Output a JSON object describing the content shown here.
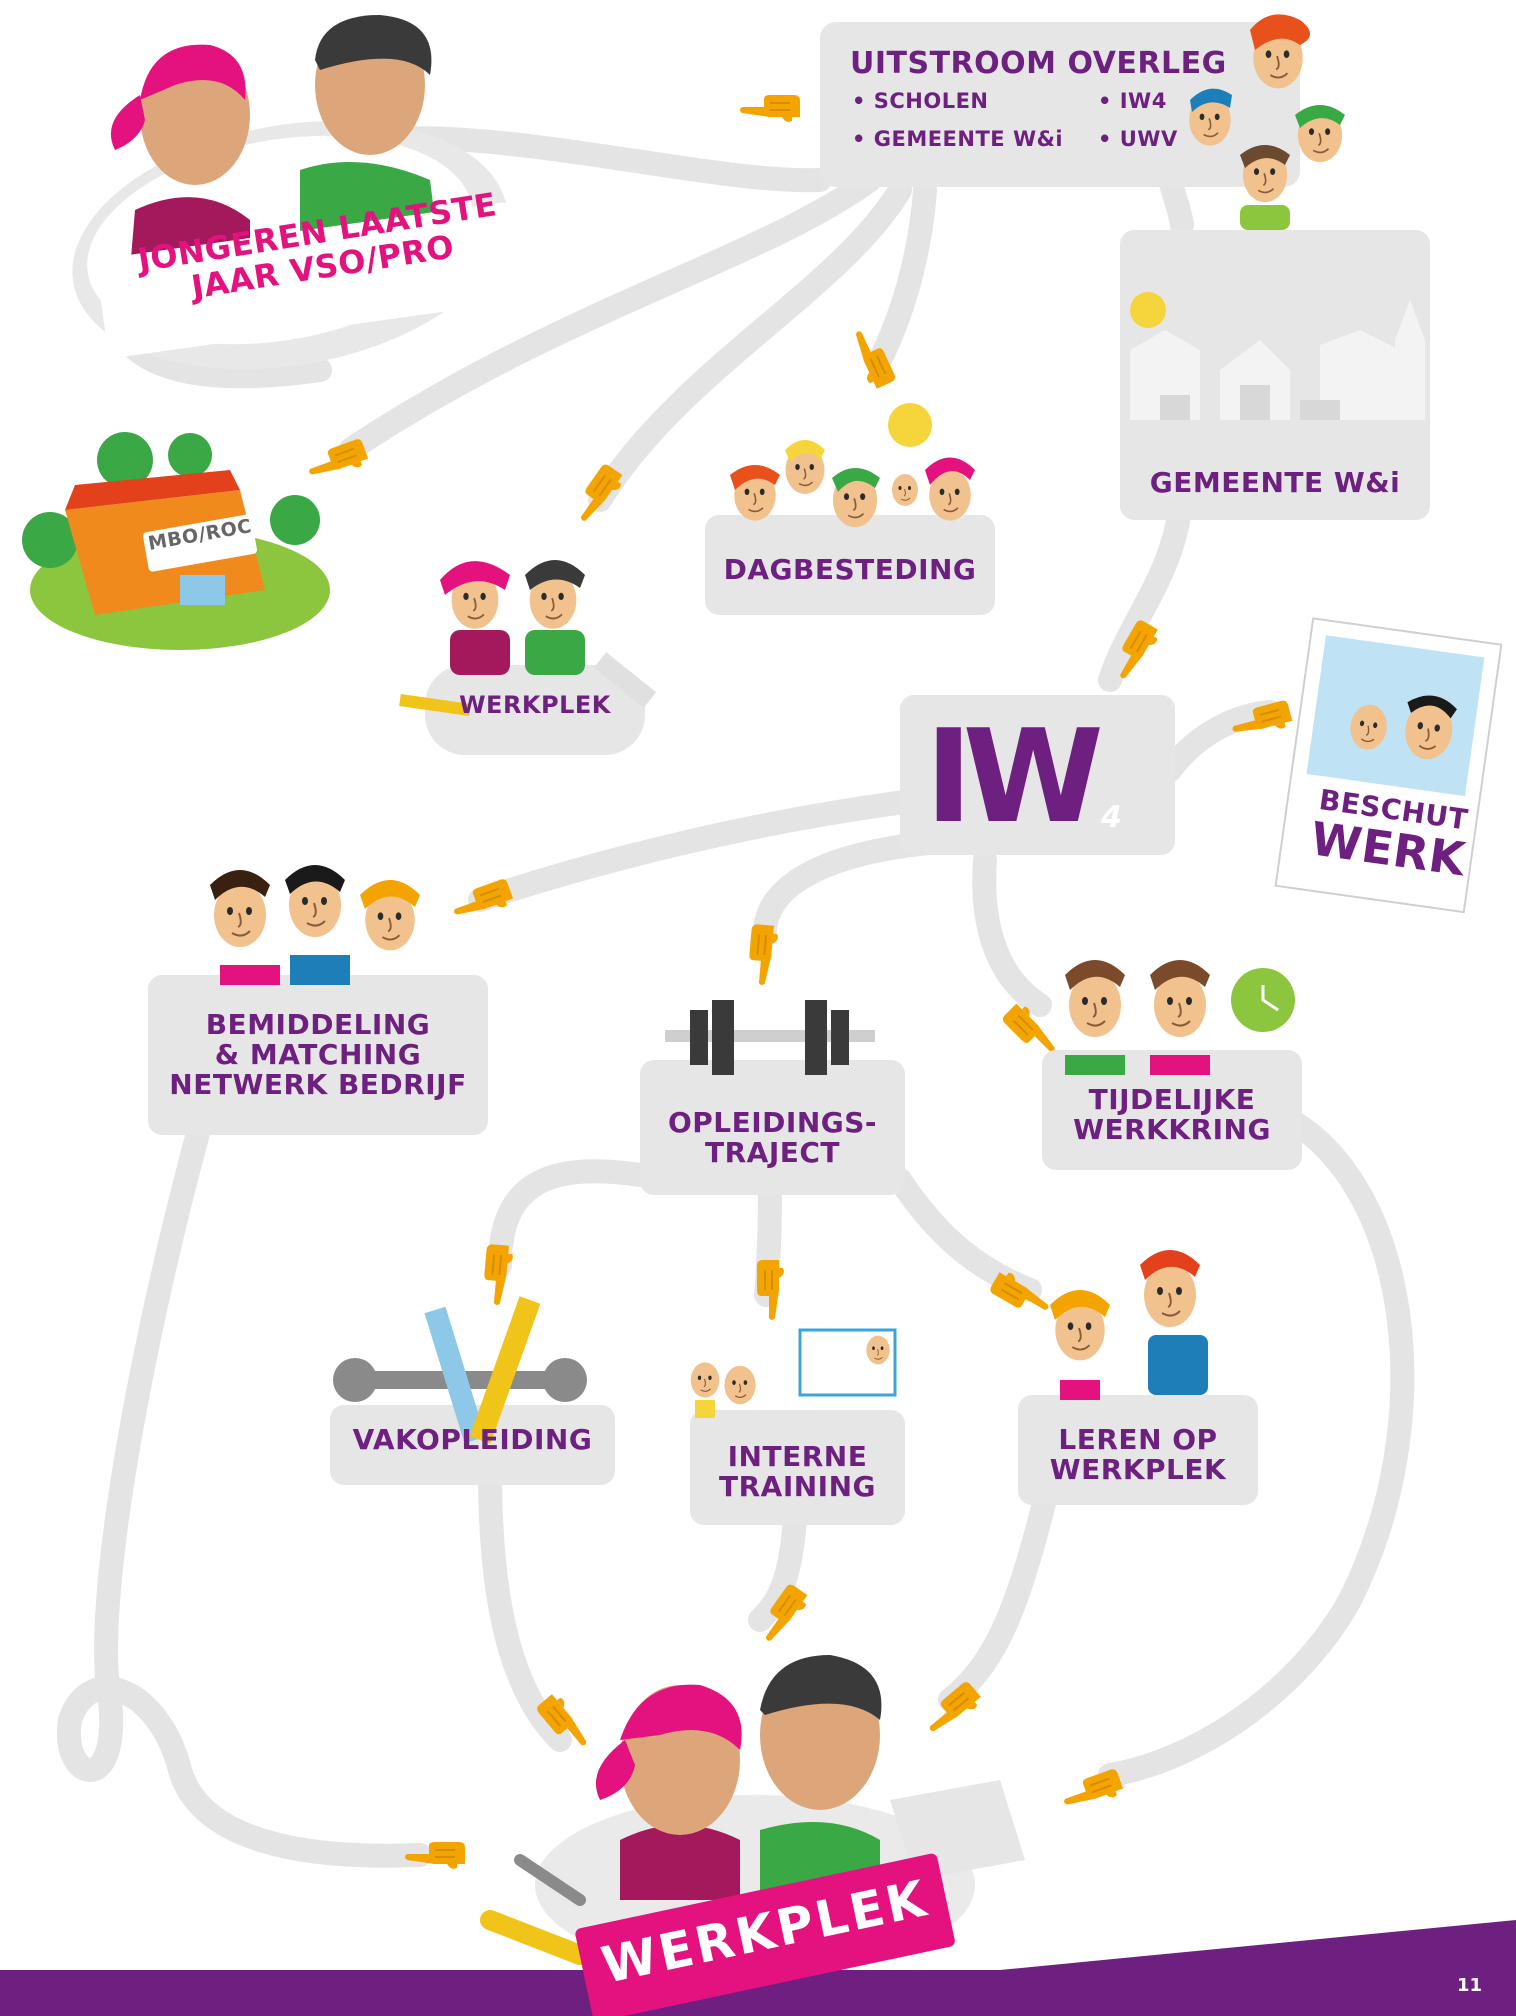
{
  "colors": {
    "purple": "#6d2080",
    "magenta": "#e4127f",
    "path_grey": "#e4e4e5",
    "hand_orange": "#f3a400",
    "banner_purple": "#6d2080"
  },
  "nodes": {
    "jongeren": {
      "line1": "JONGEREN LAATSTE",
      "line2": "JAAR VSO/PRO"
    },
    "uitstroom": {
      "title": "UITSTROOM OVERLEG",
      "items": [
        "• SCHOLEN",
        "• GEMEENTE W&i",
        "• IW4",
        "• UWV"
      ]
    },
    "mbo": {
      "sign": "MBO/ROC"
    },
    "werkplek_small": {
      "label": "WERKPLEK"
    },
    "dagbesteding": {
      "label": "DAGBESTEDING"
    },
    "gemeente": {
      "label": "GEMEENTE W&i"
    },
    "iw4": {
      "logo": "IW",
      "sub": "4"
    },
    "beschut": {
      "line1": "BESCHUT",
      "line2": "WERK"
    },
    "bemiddeling": {
      "line1": "BEMIDDELING",
      "line2": "& MATCHING",
      "line3": "NETWERK BEDRIJF"
    },
    "opleiding": {
      "line1": "OPLEIDINGS-",
      "line2": "TRAJECT"
    },
    "tijdelijke": {
      "line1": "TIJDELIJKE",
      "line2": "WERKKRING"
    },
    "vakopleiding": {
      "label": "VAKOPLEIDING"
    },
    "interne": {
      "line1": "INTERNE",
      "line2": "TRAINING"
    },
    "leren": {
      "line1": "LEREN OP",
      "line2": "WERKPLEK"
    },
    "werkplek_big": {
      "label": "WERKPLEK"
    }
  },
  "page_number": "11"
}
